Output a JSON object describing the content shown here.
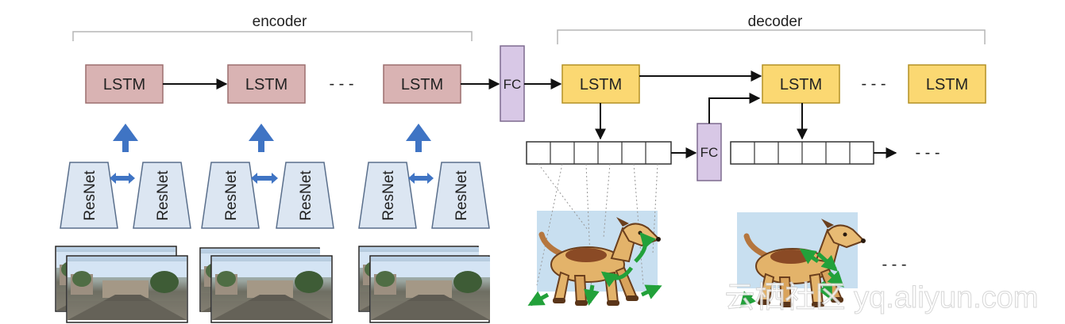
{
  "labels": {
    "encoder": "encoder",
    "decoder": "decoder",
    "lstm": "LSTM",
    "fc": "FC",
    "resnet": "ResNet",
    "ellipsis": "- - -",
    "watermark": "云栖社区 yq.aliyun.com"
  },
  "colors": {
    "encoder_lstm": "#d9b3b3",
    "decoder_lstm": "#fbd872",
    "fc": "#d8c8e6",
    "resnet": "#dce6f2",
    "arrow_blue": "#3f74c4",
    "motion_arrow": "#22a13a",
    "sky_panel": "#c8dff0"
  }
}
